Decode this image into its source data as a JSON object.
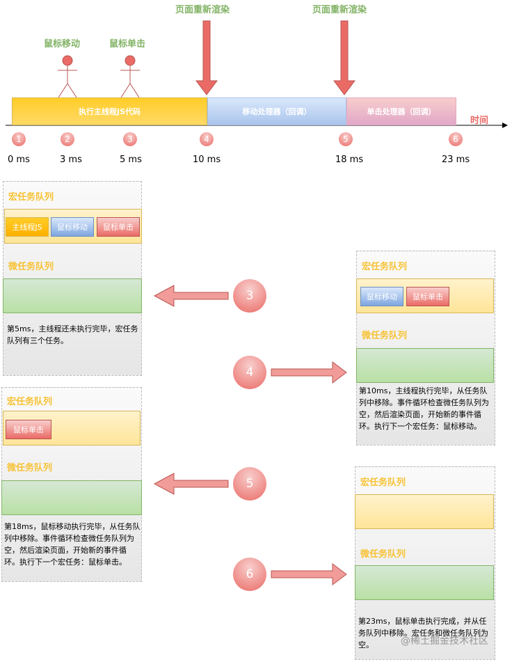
{
  "timeline": {
    "rerender_label": "页面重新渲染",
    "mouse_move_label": "鼠标移动",
    "mouse_click_label": "鼠标单击",
    "time_label": "时间",
    "segments": {
      "main_js": "执行主线程JS代码",
      "move_handler": "移动处理器（回调）",
      "click_handler": "单击处理器（回调）"
    },
    "markers": [
      "1",
      "2",
      "3",
      "4",
      "5",
      "6"
    ],
    "times": [
      "0 ms",
      "3 ms",
      "5 ms",
      "10 ms",
      "18 ms",
      "23 ms"
    ]
  },
  "queue_labels": {
    "macro": "宏任务队列",
    "micro": "微任务队列"
  },
  "tasks": {
    "main_js": "主线程JS",
    "mouse_move": "鼠标移动",
    "mouse_click": "鼠标单击"
  },
  "steps": {
    "s3": {
      "number": "3",
      "desc": "第5ms，主线程还未执行完毕，宏任务队列有三个任务。"
    },
    "s4": {
      "number": "4",
      "desc": "第10ms，主线程执行完毕，从任务队列中移除。事件循环检查微任务队列为空，然后渲染页面，开始新的事件循环。执行下一个宏任务：鼠标移动。"
    },
    "s5": {
      "number": "5",
      "desc": "第18ms，鼠标移动执行完毕，从任务队列中移除。事件循环检查微任务队列为空，然后渲染页面，开始新的事件循环。执行下一个宏任务：鼠标单击。"
    },
    "s6": {
      "number": "6",
      "desc": "第23ms，鼠标单击执行完成，并从任务队列中移除。宏任务和微任务队列为空。"
    }
  },
  "watermark": "@稀土掘金技术社区",
  "colors": {
    "green": "#82b366",
    "red": "#ea6b66",
    "orange_title": "#f7c234",
    "yellow": "#ffd966",
    "blue": "#a9c4eb",
    "pink": "#e1a8c8"
  }
}
